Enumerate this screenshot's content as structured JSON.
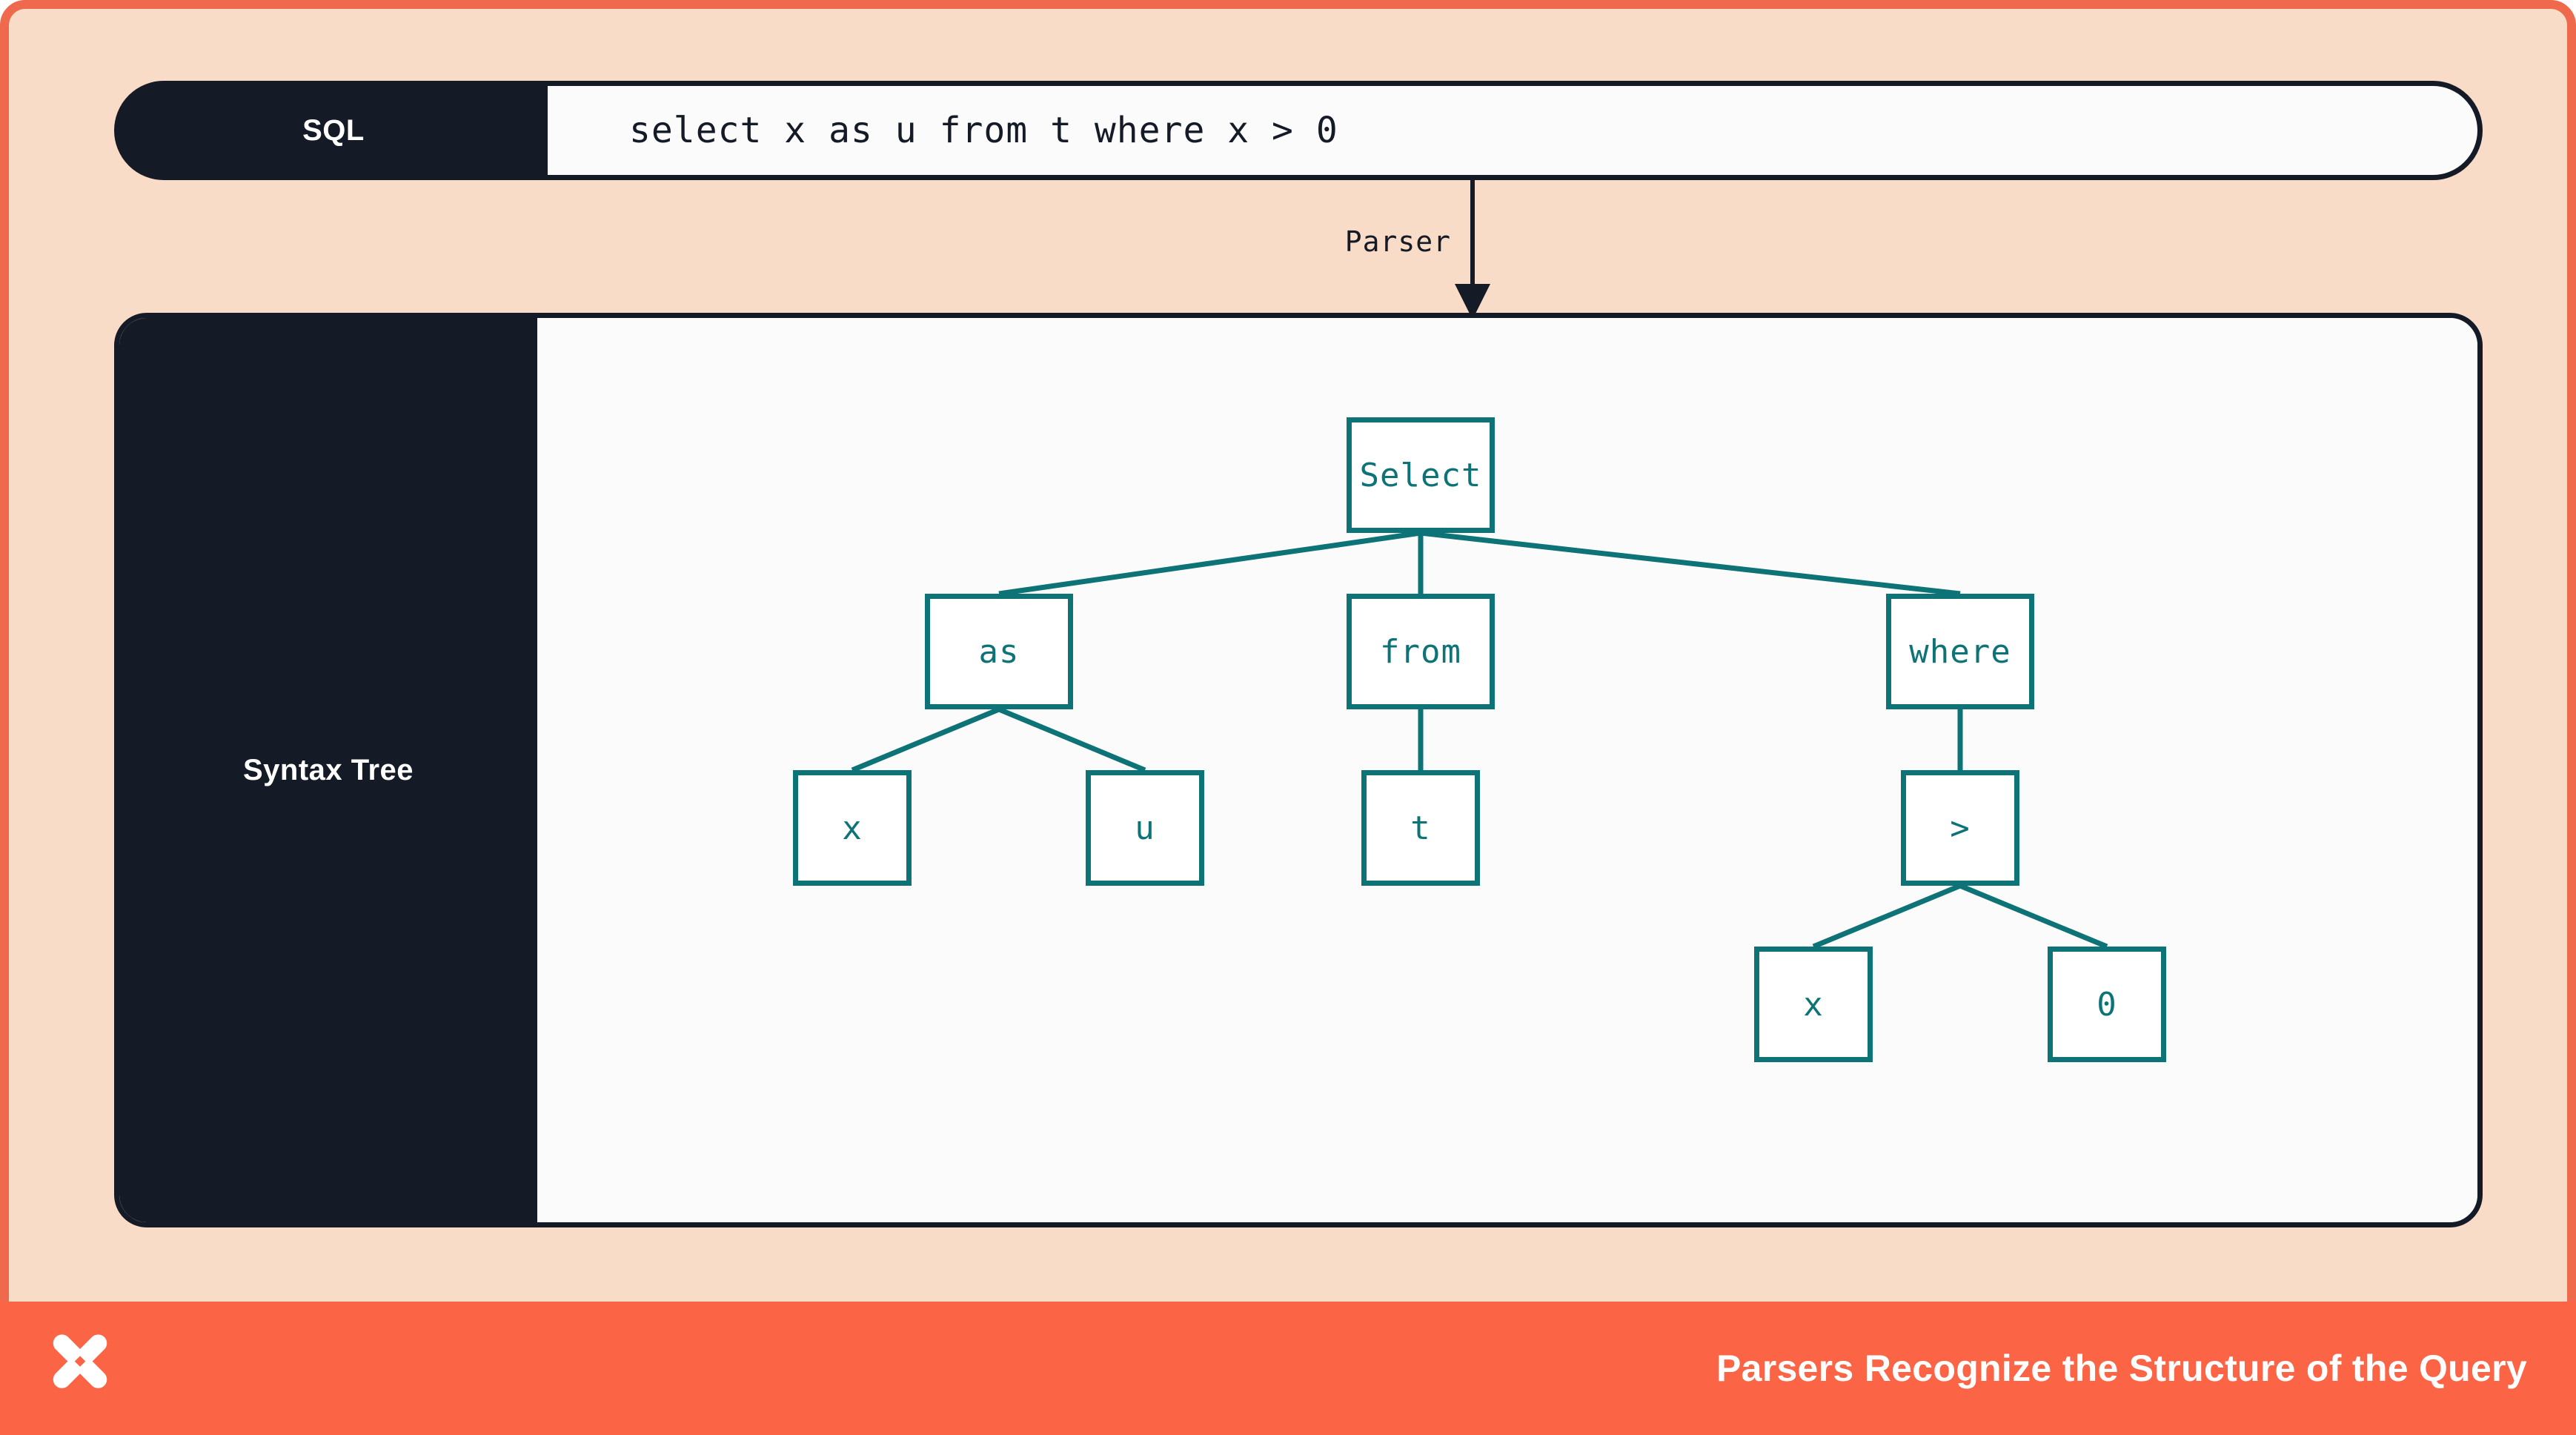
{
  "frame": {
    "border_color": "#ef6a4c",
    "background_color": "#f9dcc7"
  },
  "sql_row": {
    "label": "SQL",
    "query": "select x as u from t where x > 0"
  },
  "parser_arrow": {
    "label": "Parser",
    "direction": "down",
    "color": "#141a26"
  },
  "tree_panel": {
    "label": "Syntax Tree",
    "node_color": "#0d7377",
    "panel_background": "#fbfbfb",
    "sidebar_background": "#141a26"
  },
  "chart_data": {
    "type": "tree",
    "title": "Syntax Tree",
    "root": "Select",
    "nodes": [
      {
        "id": "select",
        "label": "Select",
        "level": 0,
        "parent": null
      },
      {
        "id": "as",
        "label": "as",
        "level": 1,
        "parent": "select"
      },
      {
        "id": "from",
        "label": "from",
        "level": 1,
        "parent": "select"
      },
      {
        "id": "where",
        "label": "where",
        "level": 1,
        "parent": "select"
      },
      {
        "id": "as_x",
        "label": "x",
        "level": 2,
        "parent": "as"
      },
      {
        "id": "as_u",
        "label": "u",
        "level": 2,
        "parent": "as"
      },
      {
        "id": "from_t",
        "label": "t",
        "level": 2,
        "parent": "from"
      },
      {
        "id": "gt",
        "label": ">",
        "level": 2,
        "parent": "where"
      },
      {
        "id": "gt_x",
        "label": "x",
        "level": 3,
        "parent": "gt"
      },
      {
        "id": "gt_0",
        "label": "0",
        "level": 3,
        "parent": "gt"
      }
    ],
    "edges": [
      [
        "select",
        "as"
      ],
      [
        "select",
        "from"
      ],
      [
        "select",
        "where"
      ],
      [
        "as",
        "as_x"
      ],
      [
        "as",
        "as_u"
      ],
      [
        "from",
        "from_t"
      ],
      [
        "where",
        "gt"
      ],
      [
        "gt",
        "gt_x"
      ],
      [
        "gt",
        "gt_0"
      ]
    ]
  },
  "footer": {
    "logo_name": "star-x-logo",
    "caption": "Parsers Recognize the Structure of the Query",
    "background_color": "#fc6446"
  }
}
